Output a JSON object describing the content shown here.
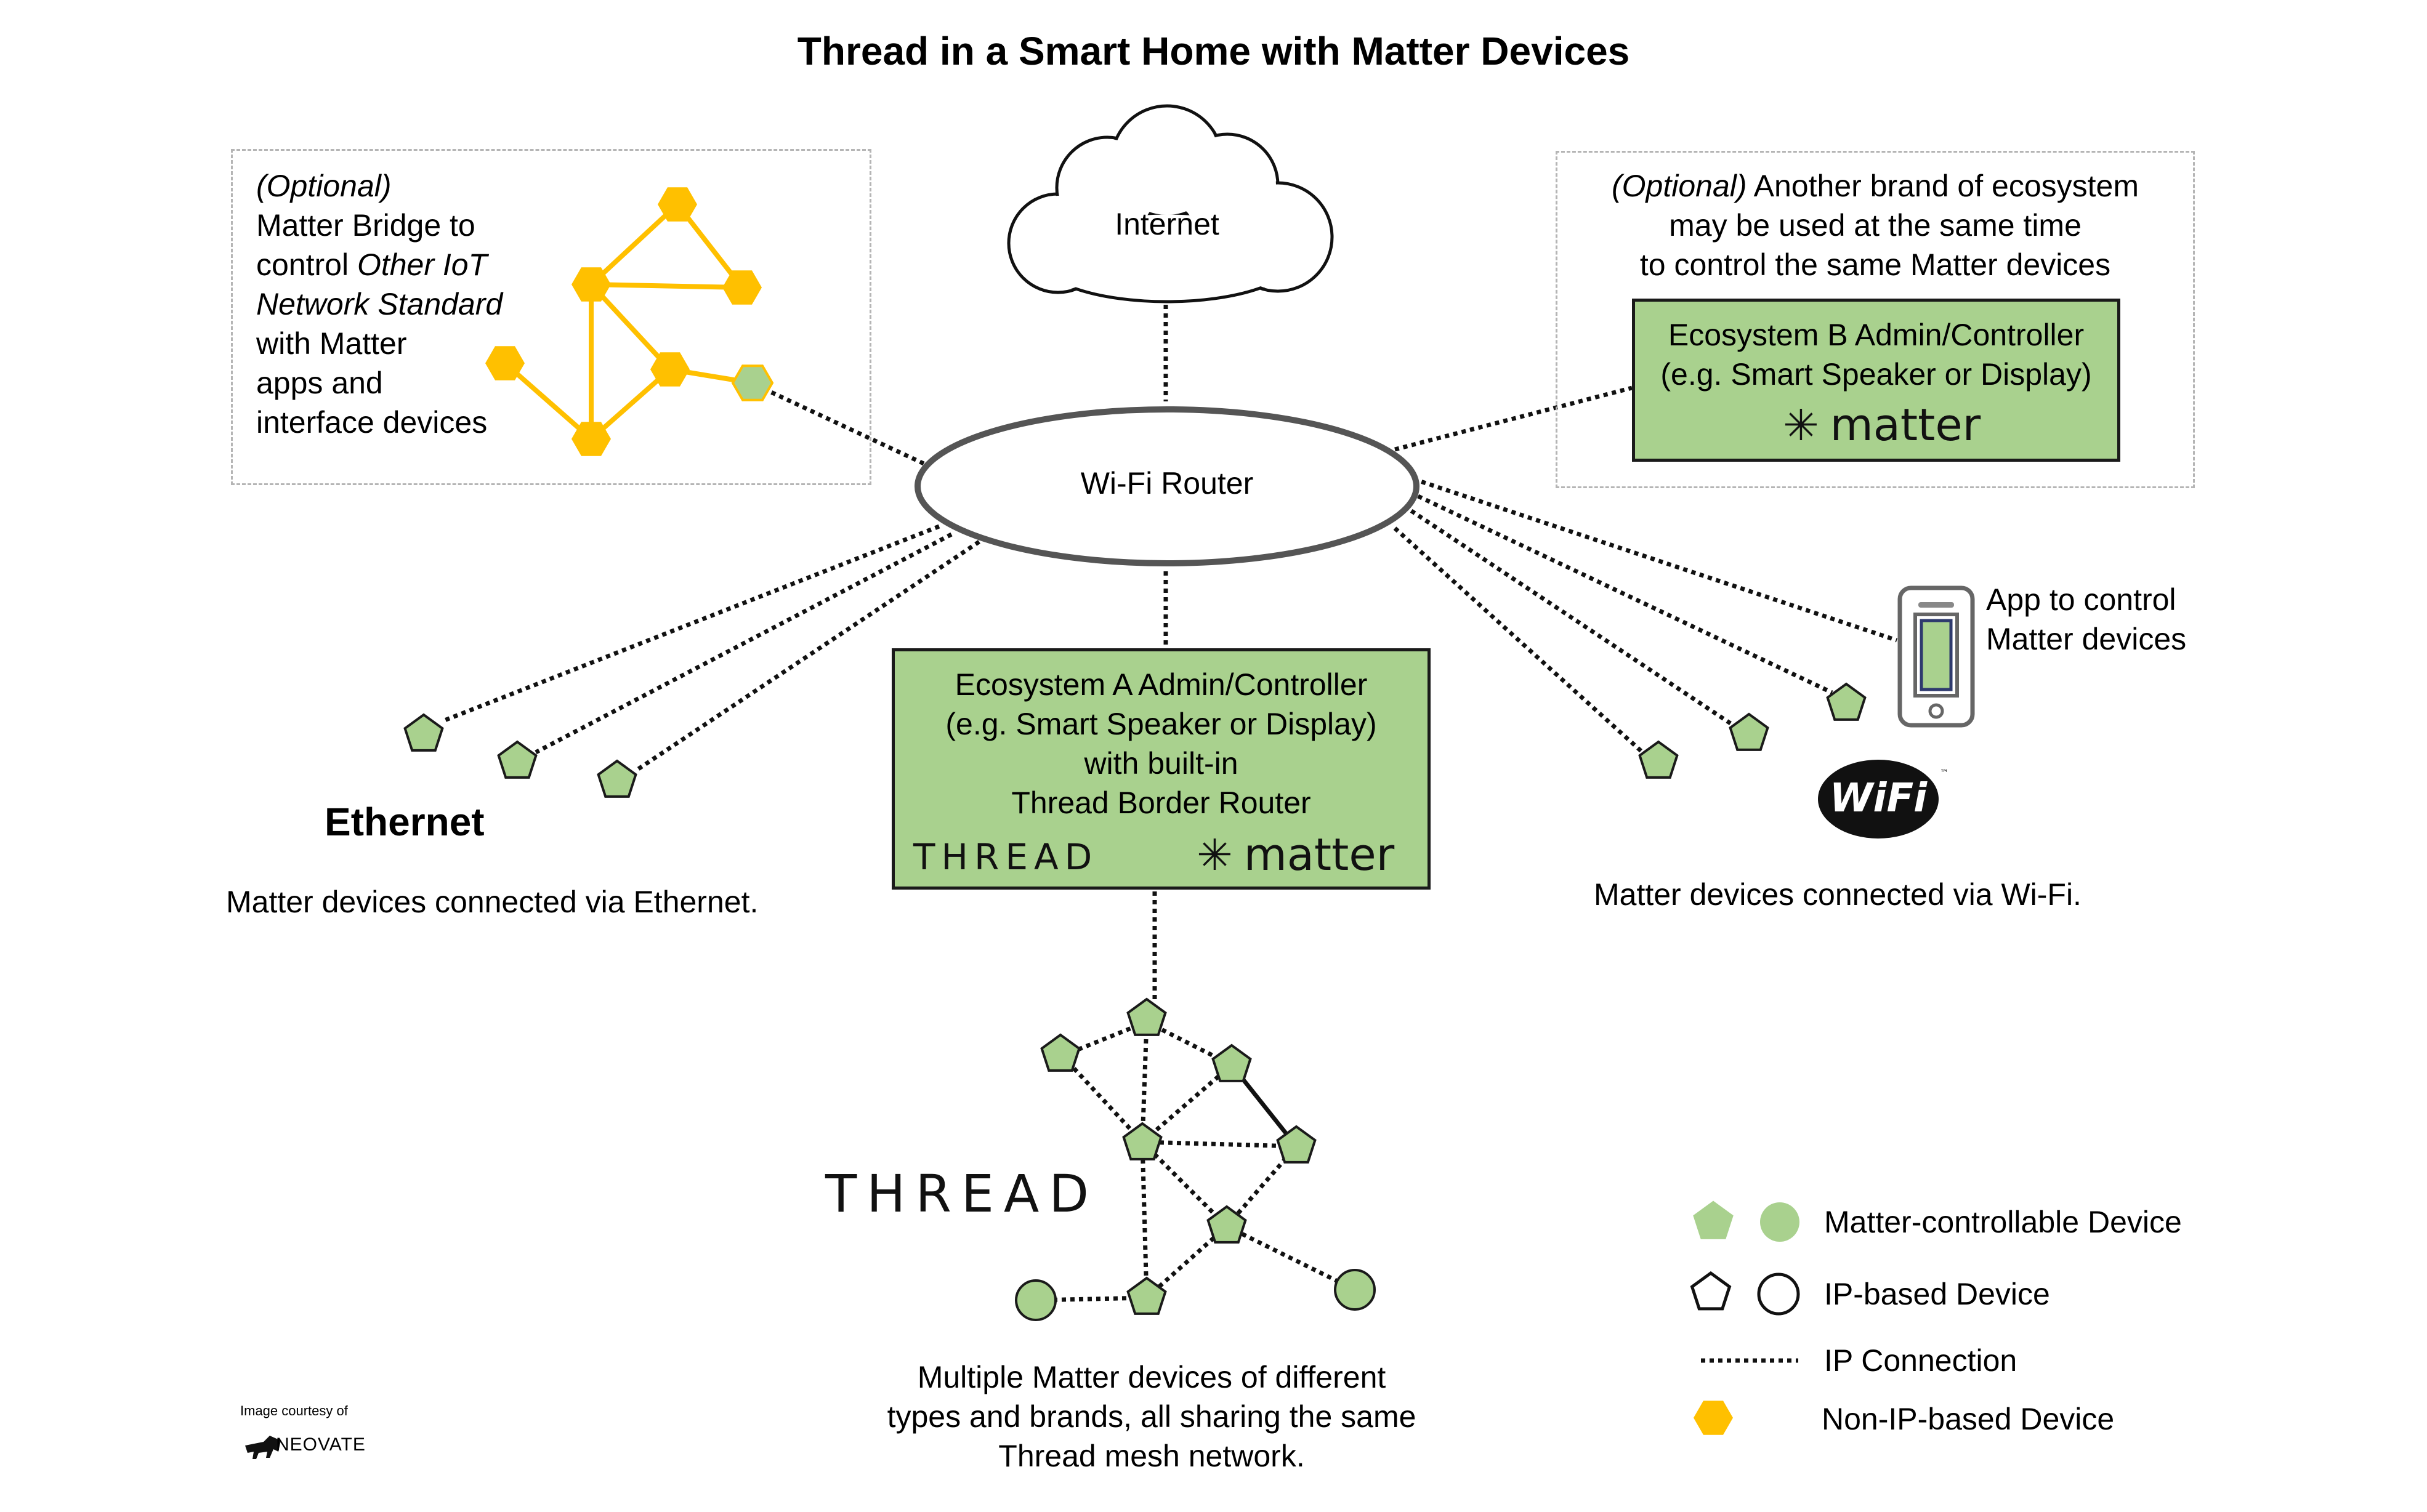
{
  "title": "Thread in a Smart Home with Matter Devices",
  "nodes": {
    "internet": "Internet",
    "wifi_router": "Wi-Fi Router"
  },
  "bridge_box": {
    "line1": "(Optional)",
    "line2": "Matter Bridge to",
    "line3_a": "control ",
    "line3_b": "Other IoT",
    "line4": "Network Standard",
    "line5": "with Matter",
    "line6": "apps and",
    "line7": "interface devices"
  },
  "ecosystem_b_box": {
    "optional": "(Optional)",
    "line1_rest": " Another brand of ecosystem",
    "line2": "may be used at the same time",
    "line3": "to control the same Matter devices",
    "controller_line1": "Ecosystem B Admin/Controller",
    "controller_line2": "(e.g. Smart Speaker or Display)"
  },
  "ecosystem_a_box": {
    "line1": "Ecosystem A Admin/Controller",
    "line2": "(e.g. Smart Speaker or Display)",
    "line3": "with built-in",
    "line4": "Thread Border Router"
  },
  "brands": {
    "matter": "matter",
    "thread": "THREAD",
    "wifi": "WiFi",
    "tm": "™"
  },
  "ethernet": {
    "heading": "Ethernet",
    "caption": "Matter devices connected via Ethernet."
  },
  "wifi_section": {
    "caption": "Matter devices connected via Wi-Fi.",
    "app_line1": "App to control",
    "app_line2": "Matter devices"
  },
  "thread_section": {
    "caption_line1": "Multiple Matter devices of different",
    "caption_line2": "types and brands, all sharing the same",
    "caption_line3": "Thread mesh network."
  },
  "legend": {
    "matter_device": "Matter-controllable Device",
    "ip_device": "IP-based Device",
    "ip_connection": "IP Connection",
    "non_ip_device": "Non-IP-based Device"
  },
  "credit": {
    "line1": "Image courtesy of",
    "line2": "NEOVATE"
  },
  "colors": {
    "matter_green": "#a9d18e",
    "non_ip_yellow": "#ffc000",
    "outline": "#1a1a1a",
    "dashed_border": "#b5b5b5"
  }
}
